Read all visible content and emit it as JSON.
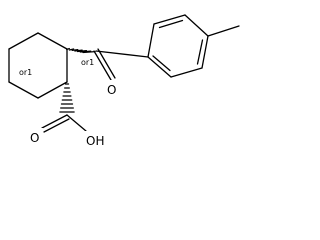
{
  "molecule": {
    "stereo_labels": [
      "or1",
      "or1"
    ],
    "atoms": {
      "acid_oxygen": "O",
      "hydroxyl": "OH",
      "ketone_oxygen": "O"
    }
  }
}
